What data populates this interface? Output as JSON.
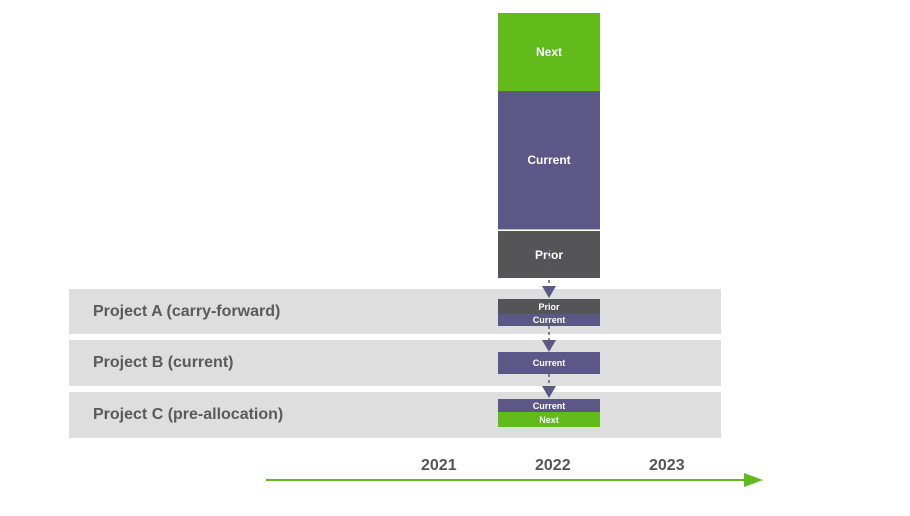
{
  "colors": {
    "next": "#62bb1a",
    "current": "#5b5786",
    "prior": "#555557",
    "row_bg": "#dedede",
    "arrow_green": "#62bb1a",
    "connector": "#5b5786"
  },
  "stack": {
    "next": "Next",
    "current": "Current",
    "prior": "Prior"
  },
  "projects": [
    {
      "label": "Project A (carry-forward)",
      "blocks": [
        "Prior",
        "Current"
      ]
    },
    {
      "label": "Project B (current)",
      "blocks": [
        "Current"
      ]
    },
    {
      "label": "Project C (pre-allocation)",
      "blocks": [
        "Current",
        "Next"
      ]
    }
  ],
  "timeline": {
    "years": [
      "2021",
      "2022",
      "2023"
    ]
  }
}
